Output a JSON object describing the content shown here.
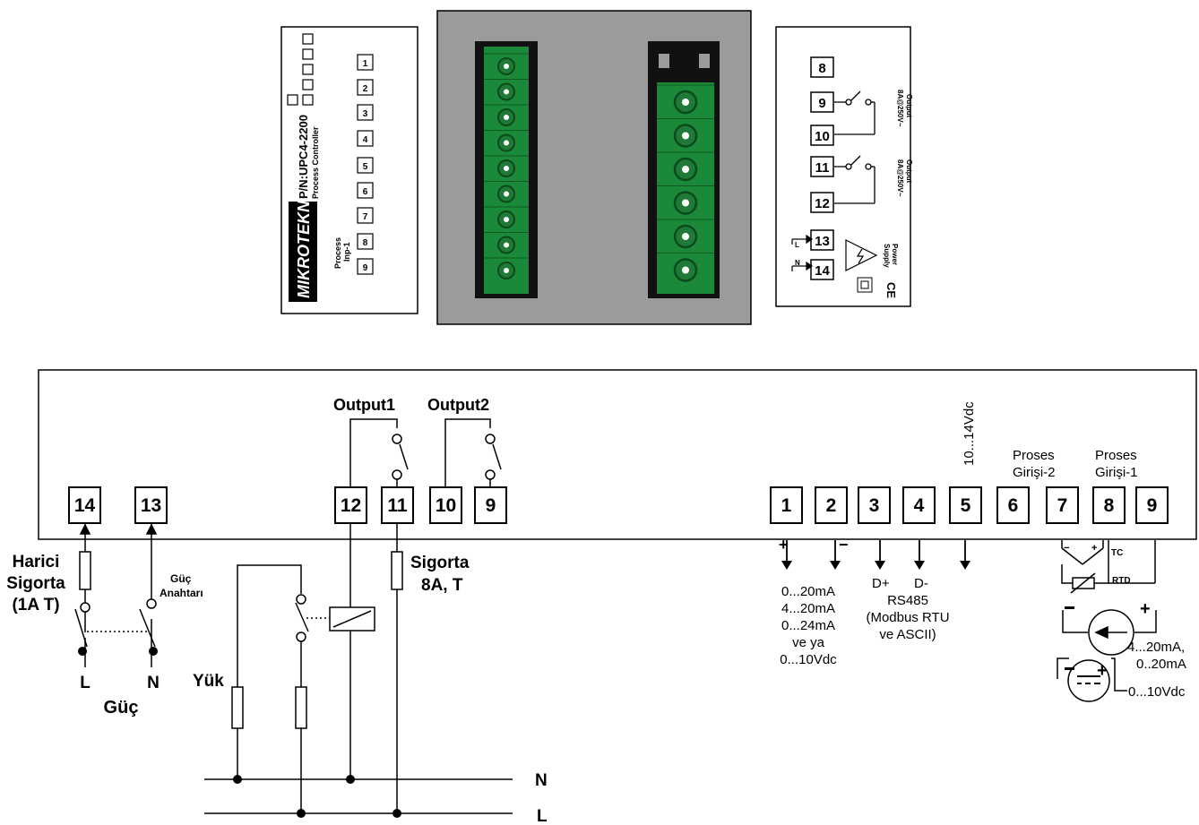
{
  "top": {
    "left_panel": {
      "brand": "MIKROTEKNIS",
      "pn": "P/N:UPC4-2200",
      "subtitle": "Process Controller",
      "inp_label_1": "Process",
      "inp_label_2": "Inp-1",
      "terminals": [
        "1",
        "2",
        "3",
        "4",
        "5",
        "6",
        "7",
        "8",
        "9"
      ]
    },
    "right_panel": {
      "terminals": [
        "8",
        "9",
        "10",
        "11",
        "12",
        "13",
        "14"
      ],
      "out1_1": "Output",
      "out1_2": "8A@250V~",
      "out2_1": "Output",
      "out2_2": "8A@250V~",
      "l_label": "L",
      "n_label": "N",
      "power_1": "Power",
      "power_2": "Supply",
      "ce": "CE"
    }
  },
  "wiring": {
    "headers": {
      "output1": "Output1",
      "output2": "Output2",
      "vdc": "10...14Vdc",
      "proses2_1": "Proses",
      "proses2_2": "Girişi-2",
      "proses1_1": "Proses",
      "proses1_2": "Girişi-1"
    },
    "terminals": [
      "14",
      "13",
      "12",
      "11",
      "10",
      "9",
      "1",
      "2",
      "3",
      "4",
      "5",
      "6",
      "7",
      "8",
      "9"
    ],
    "left": {
      "harici": "Harici",
      "sigorta": "Sigorta",
      "fuse_rating": "(1A T)",
      "guc_1": "Güç",
      "guc_2": "Anahtarı",
      "L": "L",
      "N": "N",
      "guc": "Güç",
      "yuk": "Yük",
      "sig2_1": "Sigorta",
      "sig2_2": "8A, T",
      "bus_N": "N",
      "bus_L": "L"
    },
    "analog_out": {
      "plus": "+",
      "minus": "−",
      "lines": [
        "0...20mA",
        "4...20mA",
        "0...24mA",
        "ve ya",
        "0...10Vdc"
      ]
    },
    "rs485": {
      "dplus": "D+",
      "dminus": "D-",
      "lines": [
        "RS485",
        "(Modbus RTU",
        "ve ASCII)"
      ]
    },
    "inputs": {
      "tc": "TC",
      "rtd": "RTD",
      "ma_1": "4...20mA,",
      "ma_2": "0..20mA",
      "vdc": "0...10Vdc"
    }
  }
}
